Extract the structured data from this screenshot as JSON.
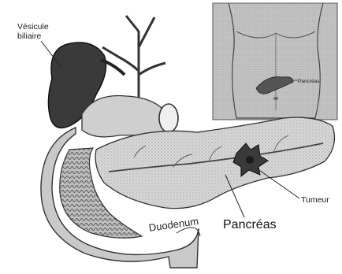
{
  "labels": {
    "gallbladder_line1": "Vésicule",
    "gallbladder_line2": "biliaire",
    "duodenum": "Duodenum",
    "pancreas": "Pancréas",
    "tumor": "Tumeur",
    "inset_pancreas": "Pancréas"
  },
  "colors": {
    "background": "#ffffff",
    "ink": "#1a1a1a",
    "gallbladder": "#3a3a3a",
    "duodenum": "#c9c9c9",
    "pancreas": "#d8d8d8",
    "inset_skin": "#c8c8c8"
  }
}
